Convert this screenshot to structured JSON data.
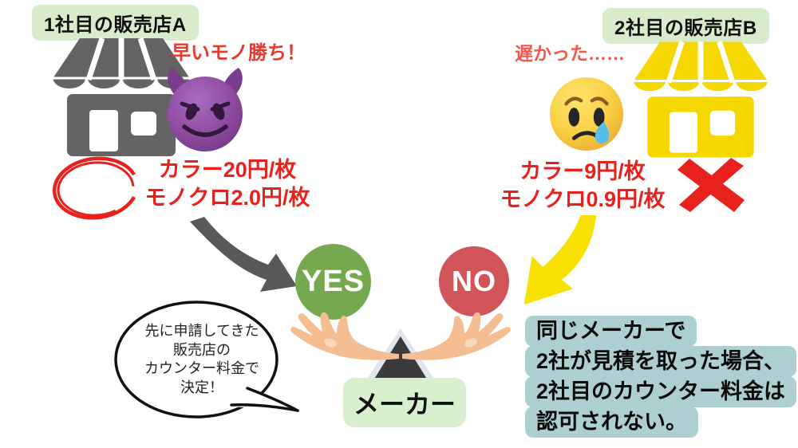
{
  "store_a": {
    "label": "1社目の販売店A",
    "comment": "早いモノ勝ち！",
    "price_color": "カラー20円/枚",
    "price_mono": "モノクロ2.0円/枚"
  },
  "store_b": {
    "label": "2社目の販売店B",
    "comment": "遅かった……",
    "price_color": "カラー9円/枚",
    "price_mono": "モノクロ0.9円/枚"
  },
  "decision": {
    "yes": "YES",
    "no": "NO"
  },
  "maker": {
    "label": "メーカー"
  },
  "speech_bubble": {
    "lines": [
      "先に申請してきた",
      "販売店の",
      "カウンター料金で",
      "決定！"
    ]
  },
  "note_box": {
    "lines": [
      "同じメーカーで",
      "2社が見積を取った場合、",
      "2社目のカウンター料金は",
      "認可されない。"
    ]
  },
  "icons": {
    "store_a": "storefront-gray-icon",
    "store_b": "storefront-yellow-icon",
    "emotion_a": "devil-emoji-icon",
    "emotion_b": "sad-tear-emoji-icon",
    "mark_a": "red-circle-mark-icon",
    "mark_b": "red-cross-mark-icon",
    "hands": "open-hands-icon"
  },
  "colors": {
    "label_green_bg": "#d8eccb",
    "maker_green_bg": "#d9f0cf",
    "yes_green": "#76a94f",
    "no_red": "#d2545b",
    "accent_red": "#e8211d",
    "comment_red": "#e8392c",
    "store_gray": "#646466",
    "store_yellow": "#f5d800",
    "arrow_gray": "#595959",
    "arrow_yellow": "#f8e000",
    "note_teal": "#aecfd2",
    "skin": "#f5bd92",
    "suit_dark": "#3b3b3e"
  }
}
